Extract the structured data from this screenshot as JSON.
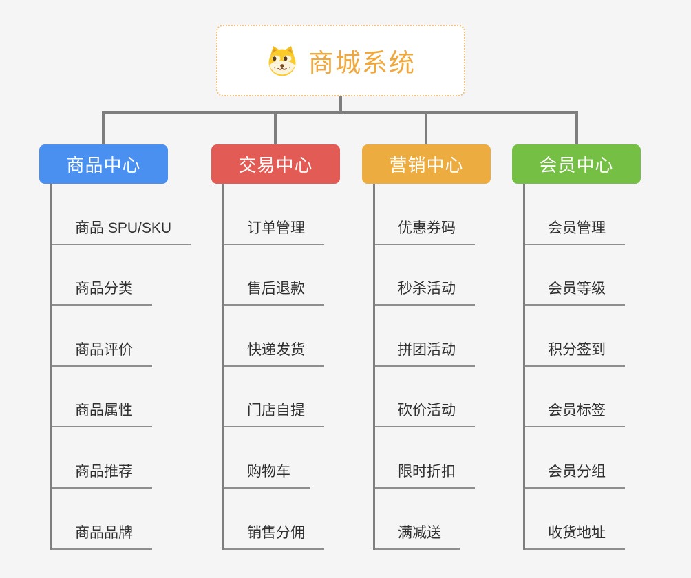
{
  "root": {
    "title": "商城系统",
    "icon": "dog-face-icon",
    "title_color": "#F0A73B"
  },
  "colors": {
    "background": "#F5F5F5",
    "connector": "#7E7E7E",
    "item_underline": "#8E8E8E",
    "item_text": "#303030",
    "root_border": "#F2C284"
  },
  "branches": [
    {
      "label": "商品中心",
      "color": "#4A90F0",
      "items": [
        "商品 SPU/SKU",
        "商品分类",
        "商品评价",
        "商品属性",
        "商品推荐",
        "商品品牌"
      ]
    },
    {
      "label": "交易中心",
      "color": "#E25B55",
      "items": [
        "订单管理",
        "售后退款",
        "快递发货",
        "门店自提",
        "购物车",
        "销售分佣"
      ]
    },
    {
      "label": "营销中心",
      "color": "#EDAC40",
      "items": [
        "优惠券码",
        "秒杀活动",
        "拼团活动",
        "砍价活动",
        "限时折扣",
        "满减送"
      ]
    },
    {
      "label": "会员中心",
      "color": "#75C044",
      "items": [
        "会员管理",
        "会员等级",
        "积分签到",
        "会员标签",
        "会员分组",
        "收货地址"
      ]
    }
  ]
}
